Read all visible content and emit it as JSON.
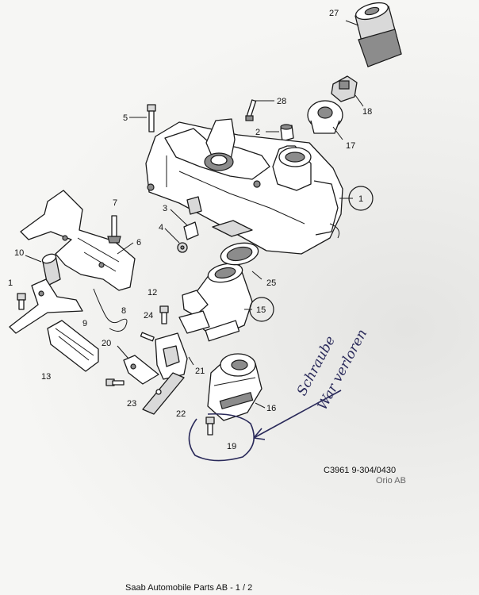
{
  "callouts": [
    "1",
    "2",
    "3",
    "4",
    "5",
    "6",
    "7",
    "8",
    "9",
    "10",
    "1",
    "12",
    "13",
    "15",
    "16",
    "17",
    "18",
    "19",
    "20",
    "21",
    "22",
    "23",
    "24",
    "25",
    "27",
    "28"
  ],
  "annotation": {
    "line1": "Schraube",
    "line2": "War verloren"
  },
  "reference": {
    "code": "C3961 9-304/0430",
    "org": "Orio AB"
  },
  "footer": "Saab Automobile Parts AB - 1 / 2"
}
